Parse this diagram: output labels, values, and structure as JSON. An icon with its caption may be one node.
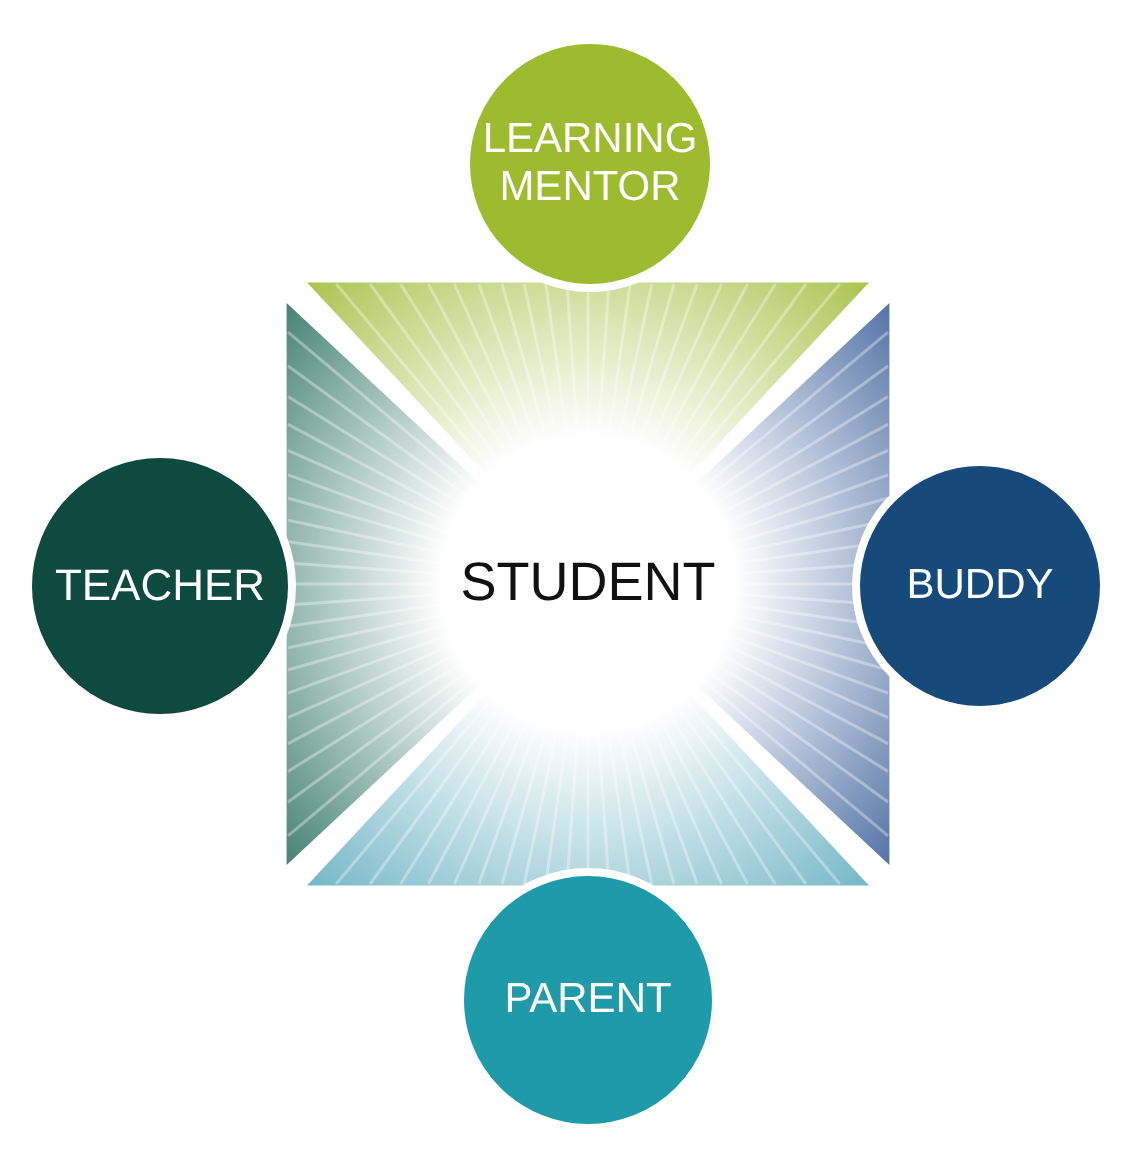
{
  "diagram": {
    "nodes": [
      {
        "text": [
          "LEARNING MENTOR"
        ]
      },
      {
        "text": [
          "TEACHER"
        ]
      },
      {
        "text": [
          "STUDENT"
        ]
      },
      {
        "text": [
          "BUDDY"
        ]
      },
      {
        "text": [
          "PARENT"
        ]
      }
    ]
  }
}
